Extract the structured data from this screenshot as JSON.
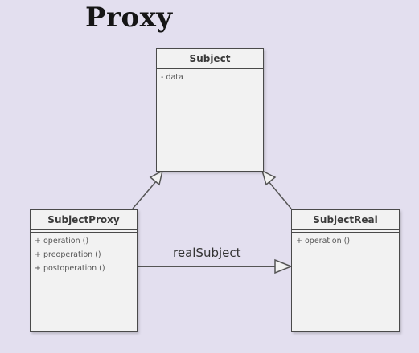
{
  "title": "Proxy",
  "classes": {
    "subject": {
      "name": "Subject",
      "attributes": [
        "- data"
      ],
      "operations": []
    },
    "subject_proxy": {
      "name": "SubjectProxy",
      "attributes": [],
      "operations": [
        "+ operation ()",
        "+ preoperation ()",
        "+ postoperation ()"
      ]
    },
    "subject_real": {
      "name": "SubjectReal",
      "attributes": [],
      "operations": [
        "+ operation ()"
      ]
    }
  },
  "relations": {
    "association_label": "realSubject"
  },
  "colors": {
    "background": "#e3dfef",
    "box_fill": "#f2f2f2",
    "stroke": "#4a4a4a"
  }
}
